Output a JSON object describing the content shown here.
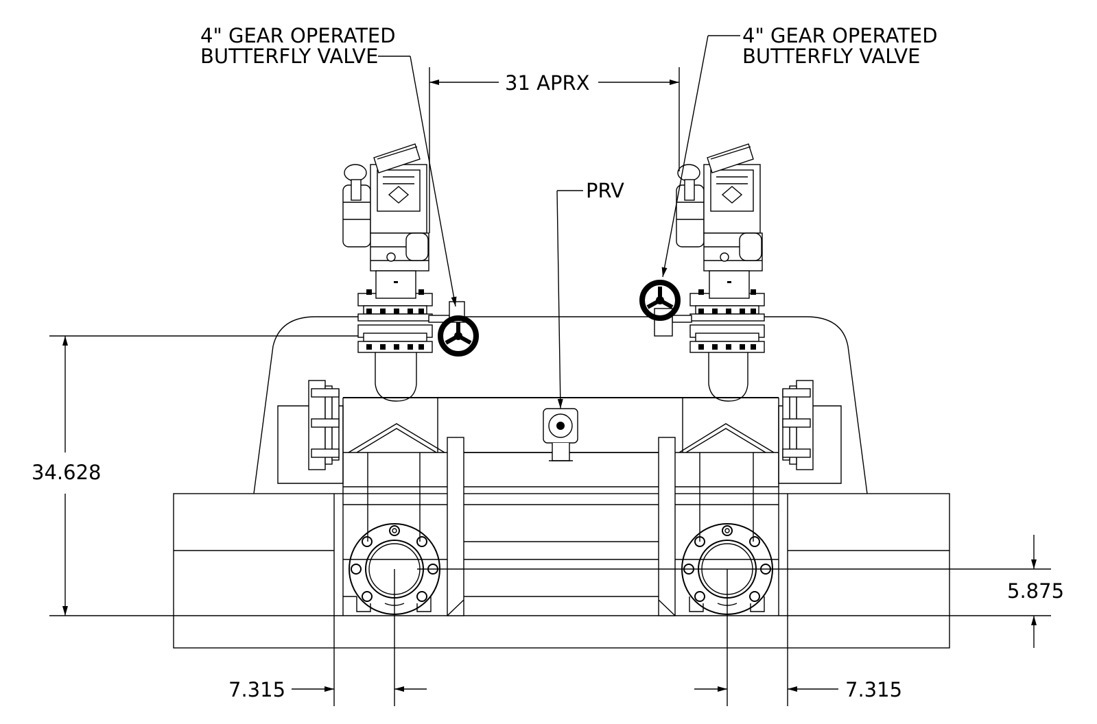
{
  "callouts": {
    "left_valve_line1": "4\" GEAR OPERATED",
    "left_valve_line2": "BUTTERFLY VALVE",
    "right_valve_line1": "4\" GEAR OPERATED",
    "right_valve_line2": "BUTTERFLY VALVE",
    "prv": "PRV"
  },
  "dimensions": {
    "top_span": "31 APRX",
    "height": "34.628",
    "right_offset": "5.875",
    "bottom_left": "7.315",
    "bottom_right": "7.315"
  }
}
